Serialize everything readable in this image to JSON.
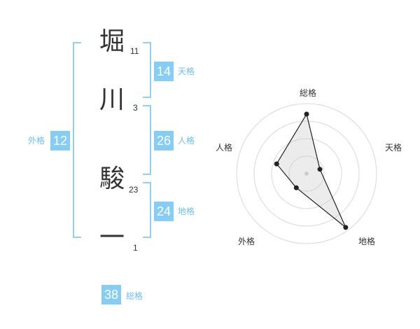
{
  "name": {
    "chars": [
      {
        "char": "堀",
        "strokes": "11"
      },
      {
        "char": "川",
        "strokes": "3"
      },
      {
        "char": "駿",
        "strokes": "23"
      },
      {
        "char": "一",
        "strokes": "1"
      }
    ]
  },
  "fortunes": {
    "tenkaku": {
      "value": "14",
      "label": "天格"
    },
    "jinkaku": {
      "value": "26",
      "label": "人格"
    },
    "chikaku": {
      "value": "24",
      "label": "地格"
    },
    "gaikaku": {
      "value": "12",
      "label": "外格"
    },
    "soukaku": {
      "value": "38",
      "label": "総格"
    }
  },
  "radar": {
    "labels": [
      "総格",
      "天格",
      "地格",
      "外格",
      "人格"
    ],
    "values": [
      0.85,
      0.2,
      0.95,
      0.25,
      0.45
    ]
  },
  "colors": {
    "accent": "#86cdf5",
    "bracket": "#8fd0f4",
    "label": "#6cc0ef"
  }
}
